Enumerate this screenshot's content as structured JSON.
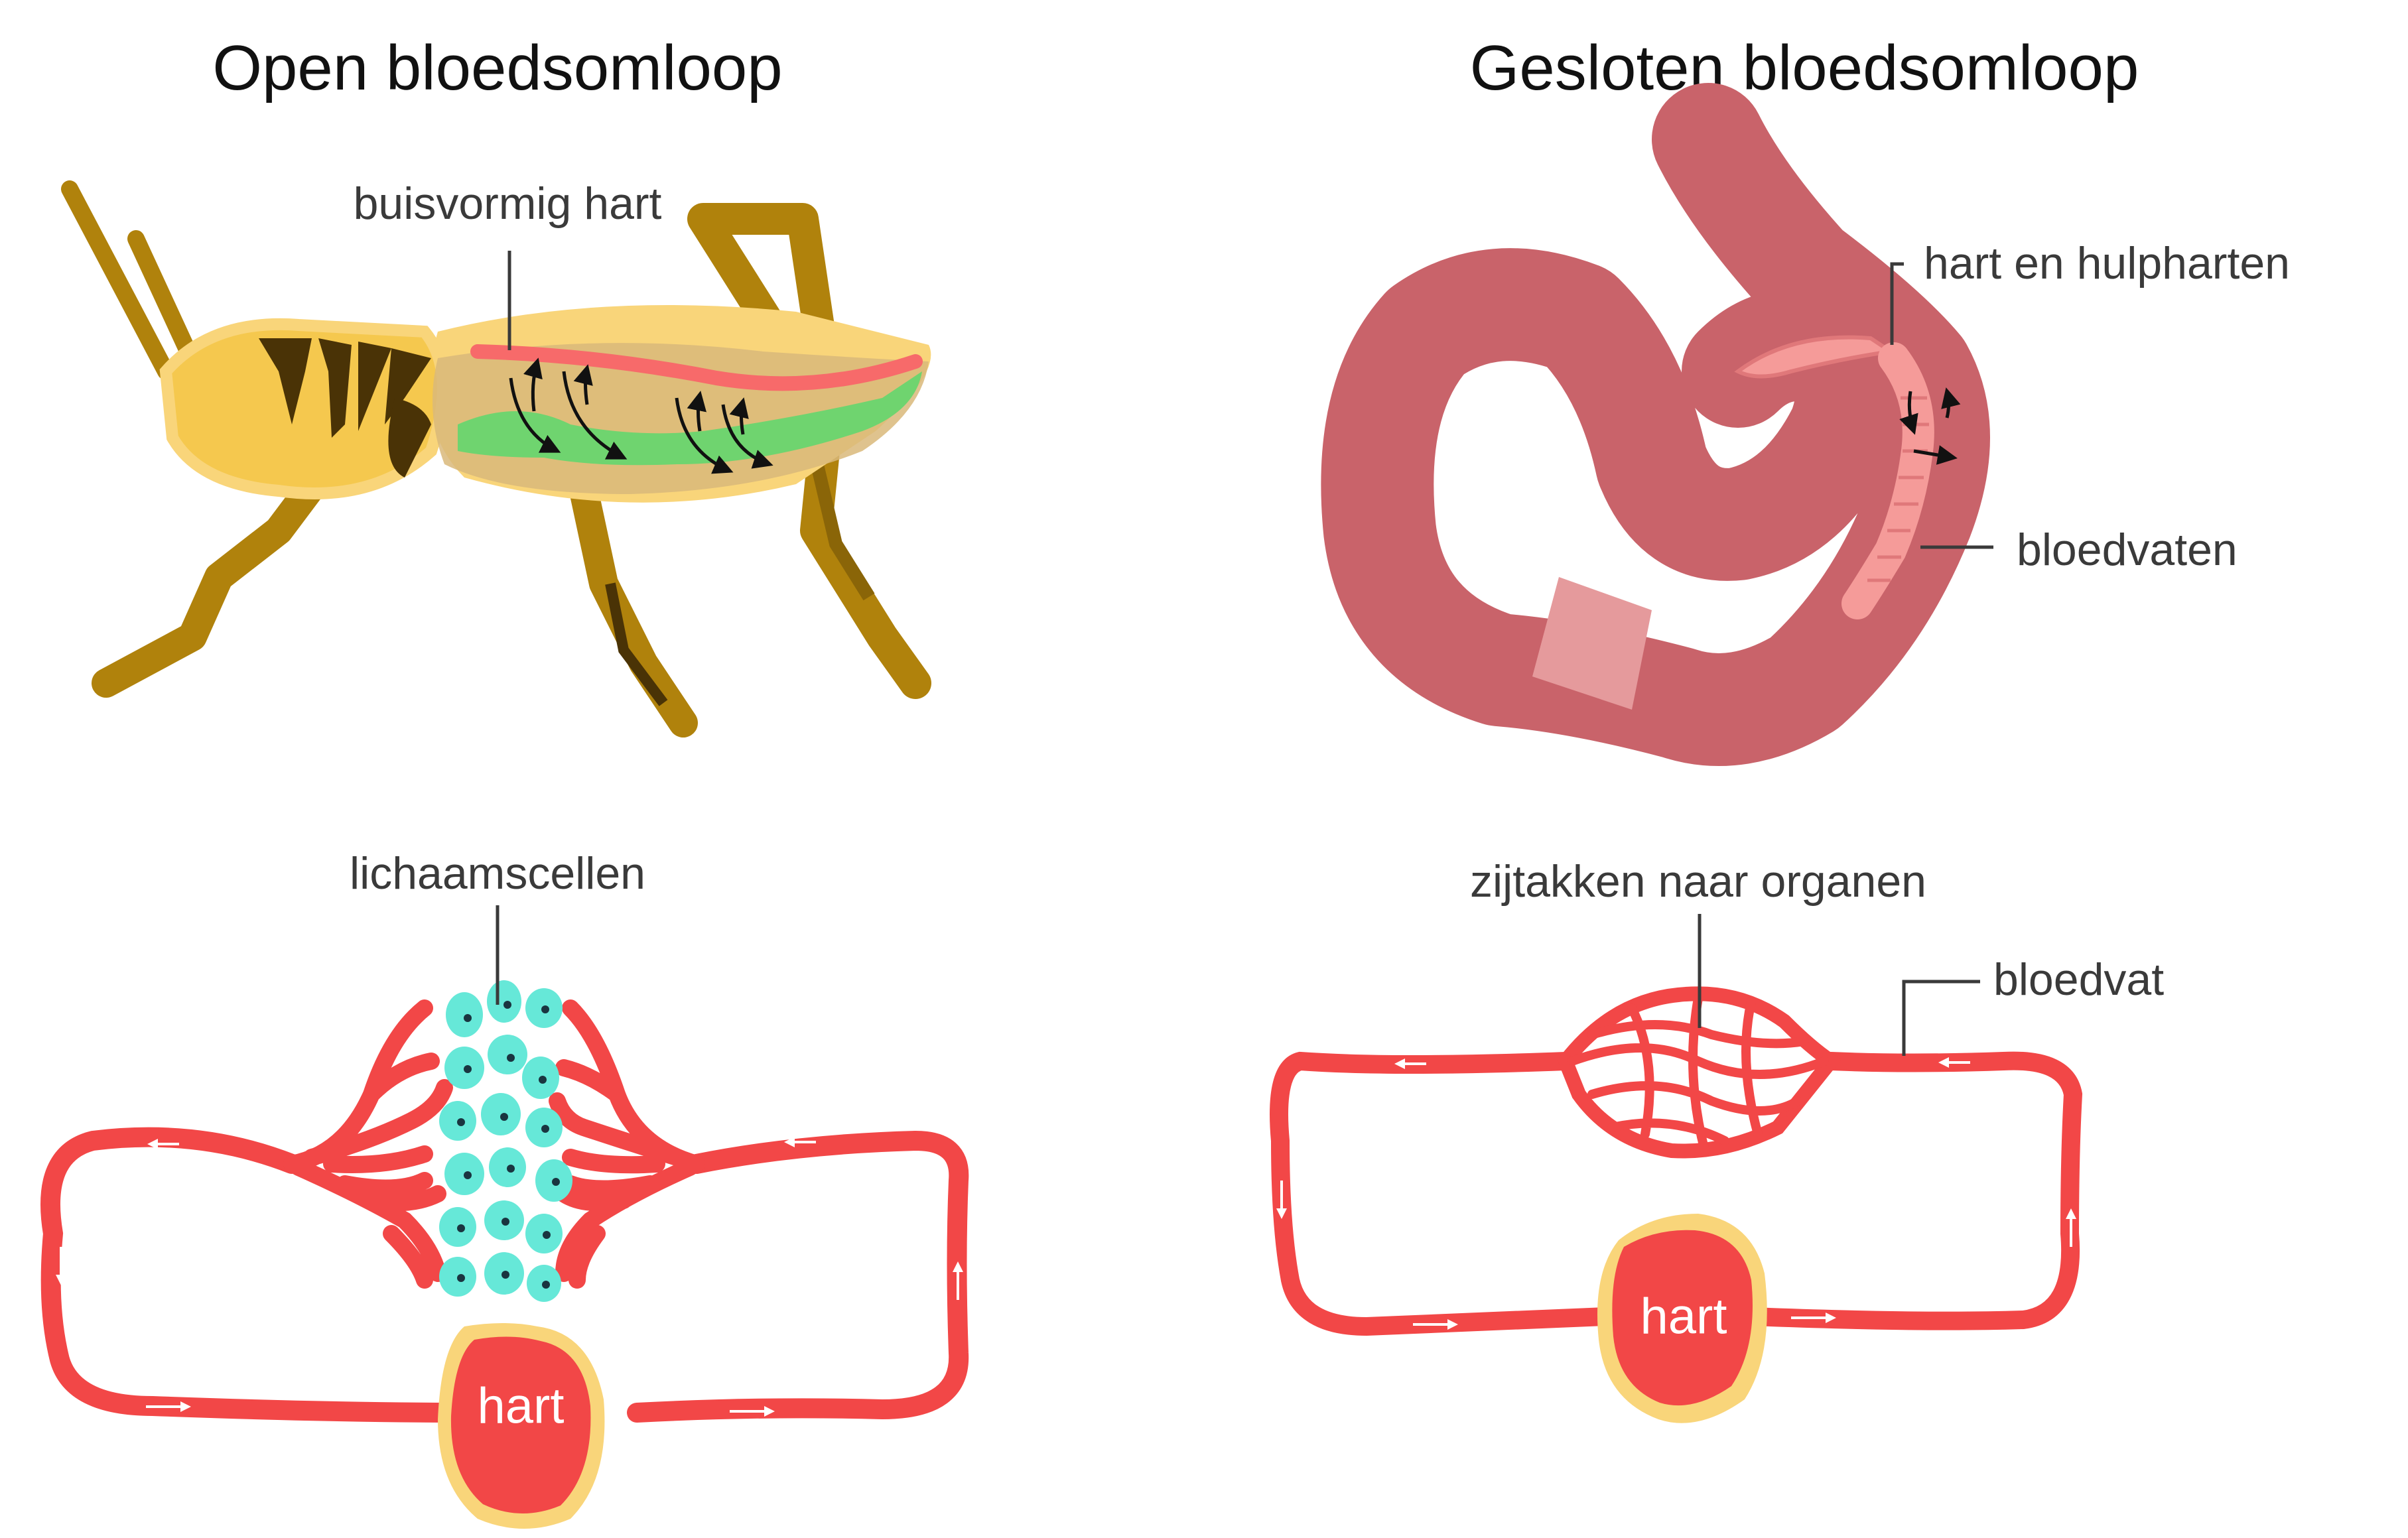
{
  "titles": {
    "open": "Open bloedsomloop",
    "closed": "Gesloten bloedsomloop"
  },
  "labels": {
    "tubular_heart": "buisvormig hart",
    "heart_and_aux": "hart en hulpharten",
    "blood_vessels": "bloedvaten",
    "body_cells": "lichaamscellen",
    "side_branches": "zijtakken naar organen",
    "blood_vessel": "bloedvat",
    "heart_open": "hart",
    "heart_closed": "hart"
  },
  "colors": {
    "vessel_red": "#f24747",
    "heart_glow": "#f9d57a",
    "body_cell": "#66e8d8",
    "worm": "#c9636a",
    "worm_clitellum": "#e59a9c",
    "worm_vessel": "#f59b99",
    "grasshopper_body": "#f5c84e",
    "grasshopper_leg": "#b0820c",
    "grasshopper_dark": "#4a3306",
    "gut_green": "#6fd46f"
  },
  "icons": [
    "arrow-icon"
  ]
}
